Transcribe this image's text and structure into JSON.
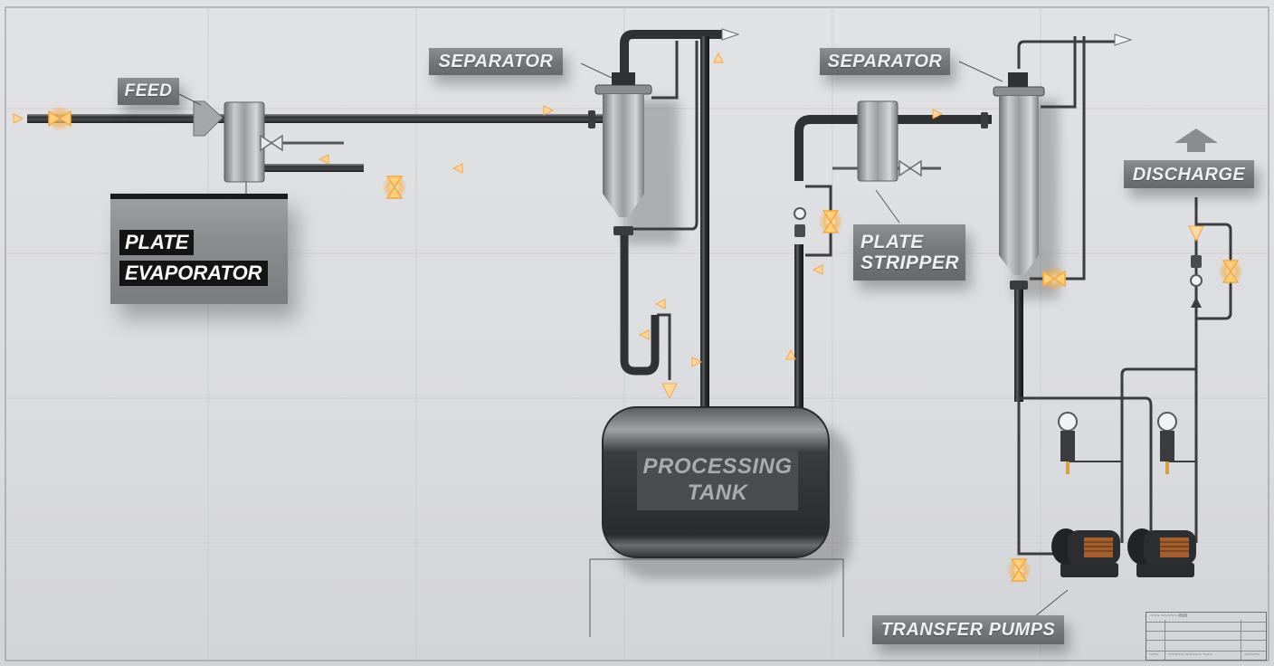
{
  "diagram": {
    "title": "Process flow diagram: evaporation, separation, stripping and transfer",
    "colors": {
      "background": "#dcdde0",
      "pipe": "#3a3c40",
      "steel": "#a8aaae",
      "label_box": "#74767a",
      "label_text": "#eeeff1",
      "valve_glow": "#f7a640",
      "tank_body": "#3c3e42",
      "tank_label_bg": "#4a4c50",
      "tank_label_text": "#a9abae"
    },
    "labels": {
      "feed": "FEED",
      "separator_1": "SEPARATOR",
      "separator_2": "SEPARATOR",
      "plate_evaporator_line1": "PLATE",
      "plate_evaporator_line2": "EVAPORATOR",
      "plate_stripper_line1": "PLATE",
      "plate_stripper_line2": "STRIPPER",
      "discharge": "DISCHARGE",
      "processing_tank_line1": "PROCESSING",
      "processing_tank_line2": "TANK",
      "transfer_pumps": "TRANSFER PUMPS"
    },
    "equipment": [
      {
        "id": "feed-inlet",
        "type": "inlet",
        "icon": "arrow-right-icon"
      },
      {
        "id": "plate-evaporator",
        "type": "heat-exchanger"
      },
      {
        "id": "separator-1",
        "type": "vertical-vessel"
      },
      {
        "id": "processing-tank",
        "type": "tank"
      },
      {
        "id": "plate-stripper",
        "type": "heat-exchanger"
      },
      {
        "id": "separator-2",
        "type": "vertical-vessel"
      },
      {
        "id": "transfer-pump-1",
        "type": "pump"
      },
      {
        "id": "transfer-pump-2",
        "type": "pump"
      },
      {
        "id": "discharge-outlet",
        "type": "outlet",
        "icon": "arrow-up-icon"
      }
    ],
    "connections": [
      [
        "feed-inlet",
        "plate-evaporator"
      ],
      [
        "plate-evaporator",
        "separator-1"
      ],
      [
        "separator-1",
        "processing-tank"
      ],
      [
        "processing-tank",
        "plate-stripper"
      ],
      [
        "plate-stripper",
        "separator-2"
      ],
      [
        "separator-2",
        "transfer-pump-1"
      ],
      [
        "separator-2",
        "transfer-pump-2"
      ],
      [
        "transfer-pump-1",
        "discharge-outlet"
      ],
      [
        "transfer-pump-2",
        "discharge-outlet"
      ]
    ],
    "title_block": {
      "note": "illegible drawing title block",
      "row1": "~~~ ~~~~~ mm",
      "footer_left": "~~~",
      "footer_mid": "~~~~~ ~~~~~ ~~~",
      "footer_right": "~~~~~"
    }
  }
}
